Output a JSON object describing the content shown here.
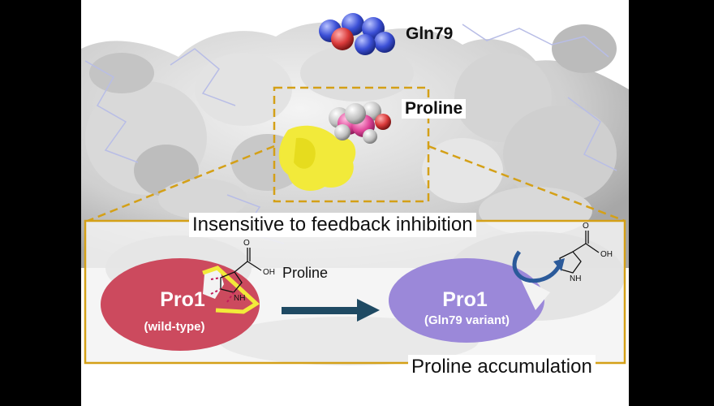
{
  "labels": {
    "gln79": "Gln79",
    "proline_site": "Proline",
    "title": "Insensitive to feedback inhibition",
    "proline_ligand": "Proline",
    "result": "Proline accumulation"
  },
  "enzymes": {
    "wild_type": {
      "name": "Pro1",
      "subtitle": "(wild-type)"
    },
    "variant": {
      "name": "Pro1",
      "subtitle": "(Gln79 variant)"
    }
  },
  "chem": {
    "oh": "OH",
    "nh": "NH",
    "o": "O"
  },
  "colors": {
    "box_border": "#d4a017",
    "wild_type_fill": "#cc4a5e",
    "variant_fill": "#9b88d9",
    "arrow": "#1f4a63",
    "recycle_arrow": "#2b5a9a",
    "binding_site": "#f2ea3a",
    "ligand": "#e0479a",
    "gln_atoms": "#3b4fd6",
    "oxygen": "#d93a3a"
  }
}
